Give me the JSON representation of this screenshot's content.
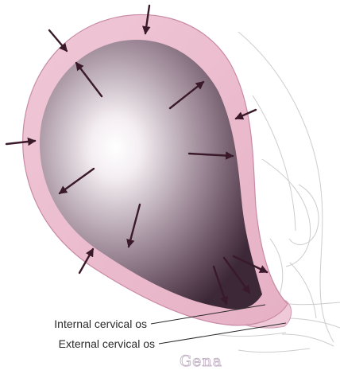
{
  "labels": {
    "internal_os": "Internal cervical os",
    "external_os": "External cervical os"
  },
  "signature": "Gena",
  "colors": {
    "wall": "#eab9cc",
    "wall_edge": "#c98aa6",
    "cavity_dark": "#4a3443",
    "cavity_light": "#ffffff",
    "arrow": "#3a1a2a",
    "line_art": "#c9c9c9"
  },
  "icons": {
    "inward_arrow": "arrow-icon",
    "outward_arrow": "arrow-icon"
  }
}
